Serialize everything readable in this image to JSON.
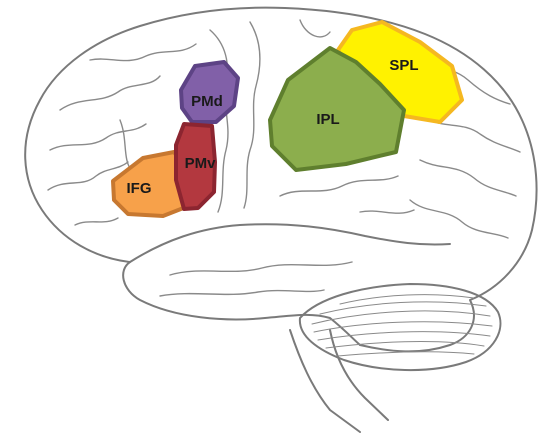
{
  "regions": [
    {
      "id": "spl",
      "label": "SPL",
      "fill": "#fff200",
      "stroke": "#f5b820"
    },
    {
      "id": "ipl",
      "label": "IPL",
      "fill": "#8cae4d",
      "stroke": "#5f7f2e"
    },
    {
      "id": "pmd",
      "label": "PMd",
      "fill": "#8160a8",
      "stroke": "#5d4385"
    },
    {
      "id": "pmv",
      "label": "PMv",
      "fill": "#b3383f",
      "stroke": "#8c2530"
    },
    {
      "id": "ifg",
      "label": "IFG",
      "fill": "#f7a14a",
      "stroke": "#c77830"
    }
  ],
  "colors": {
    "outline": "#7a7a7a",
    "background": "#ffffff"
  }
}
